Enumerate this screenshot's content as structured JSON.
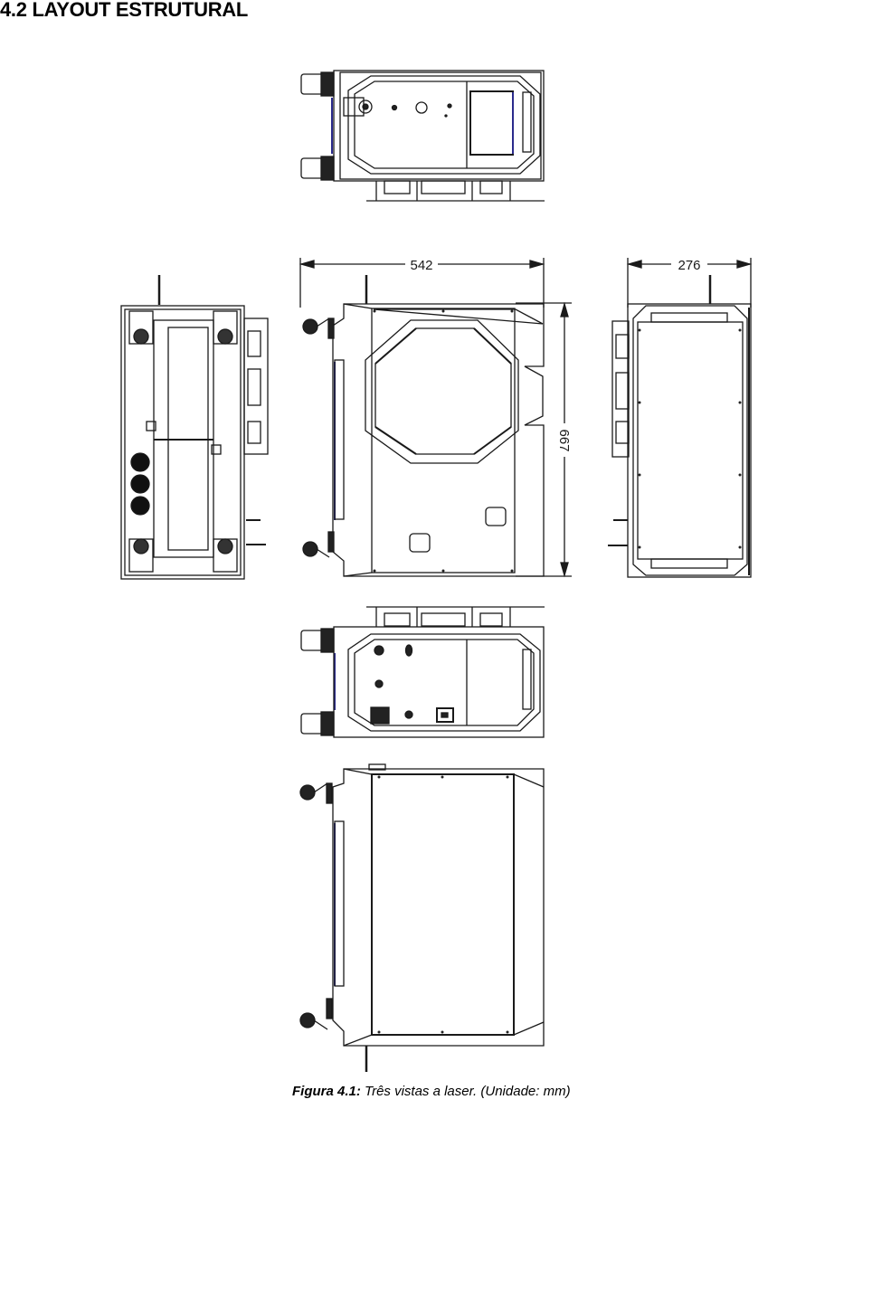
{
  "section": {
    "title": "4.2 LAYOUT ESTRUTURAL"
  },
  "figure": {
    "label": "Figura 4.1:",
    "caption_text": " Três vistas a laser. (Unidade: mm)",
    "views": [
      {
        "name": "top-view",
        "description": "Vista superior"
      },
      {
        "name": "left-side-view",
        "description": "Vista lateral esquerda"
      },
      {
        "name": "front-view",
        "description": "Vista frontal"
      },
      {
        "name": "right-side-view",
        "description": "Vista lateral direita"
      },
      {
        "name": "bottom-view",
        "description": "Vista inferior"
      },
      {
        "name": "rear-view",
        "description": "Vista traseira"
      }
    ],
    "dimensions": {
      "width": "542",
      "depth": "276",
      "height": "667",
      "unit": "mm"
    },
    "colors": {
      "line": "#1a1a1a",
      "accent_blue": "#2b2b8c"
    }
  }
}
